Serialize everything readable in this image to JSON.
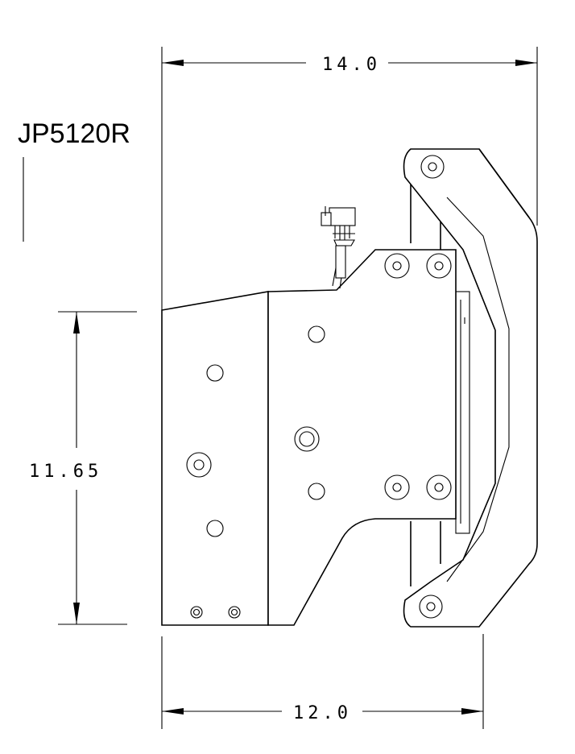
{
  "model_label": "JP5120R",
  "dimensions": {
    "top_width": "14.0",
    "height": "11.65",
    "bottom_width": "12.0"
  }
}
